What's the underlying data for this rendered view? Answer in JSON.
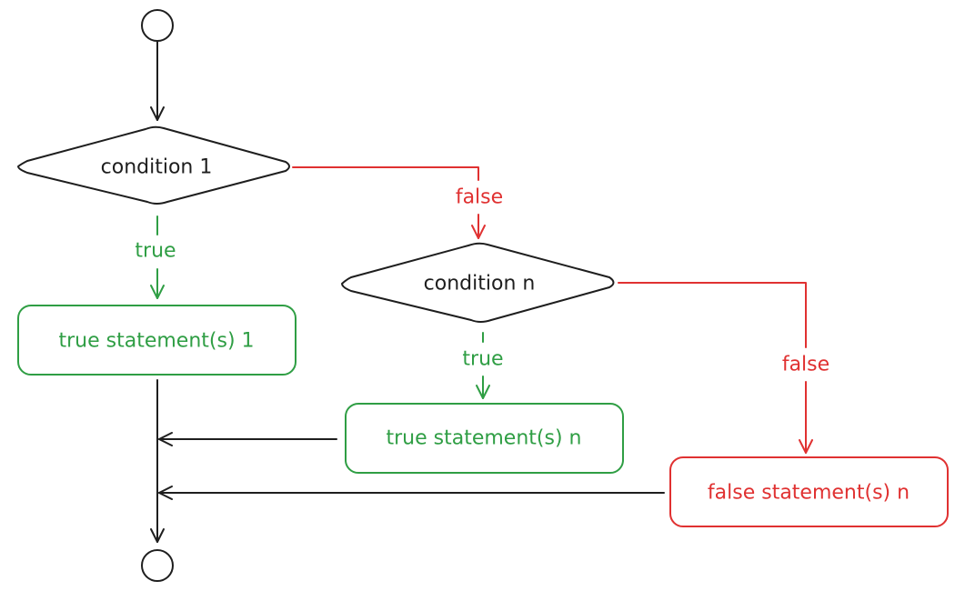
{
  "nodes": {
    "condition_1": "condition 1",
    "condition_n": "condition n",
    "true_stmt_1": "true statement(s) 1",
    "true_stmt_n": "true statement(s) n",
    "false_stmt_n": "false statement(s) n"
  },
  "edge_labels": {
    "c1_true": "true",
    "c1_false": "false",
    "cn_true": "true",
    "cn_false": "false"
  },
  "colors": {
    "black": "#1e1e1e",
    "green": "#2f9e44",
    "red": "#e03131"
  }
}
